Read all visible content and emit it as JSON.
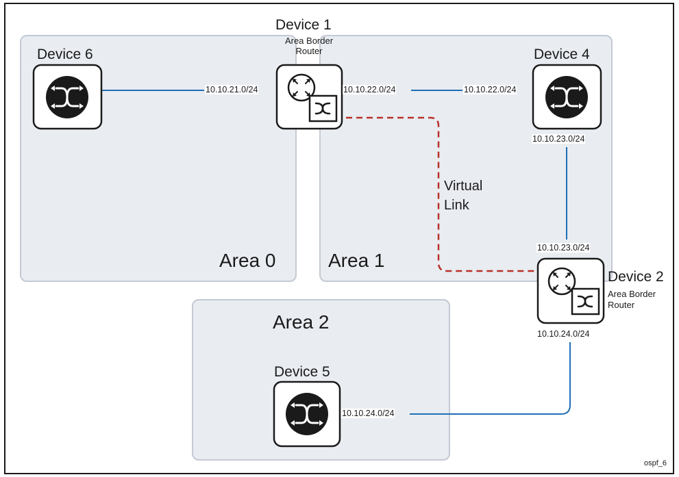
{
  "devices": {
    "d1": {
      "name": "Device 1",
      "role_line1": "Area Border",
      "role_line2": "Router"
    },
    "d2": {
      "name": "Device 2",
      "role_line1": "Area Border",
      "role_line2": "Router"
    },
    "d4": {
      "name": "Device 4"
    },
    "d5": {
      "name": "Device 5"
    },
    "d6": {
      "name": "Device 6"
    }
  },
  "areas": {
    "a0": "Area 0",
    "a1": "Area 1",
    "a2": "Area 2"
  },
  "links": {
    "d6_d1": "10.10.21.0/24",
    "d1_d4_left": "10.10.22.0/24",
    "d1_d4_right": "10.10.22.0/24",
    "d4_down": "10.10.23.0/24",
    "d2_up": "10.10.23.0/24",
    "d2_down": "10.10.24.0/24",
    "d5_right": "10.10.24.0/24"
  },
  "virtual_link": {
    "line1": "Virtual",
    "line2": "Link"
  },
  "figure_id": "ospf_6",
  "colors": {
    "area_fill": "#e9ecf1",
    "area_border": "#c4cad4",
    "link": "#1d6fb5",
    "virtual_link": "#b8302a",
    "device_icon": "#1a1a1a"
  }
}
